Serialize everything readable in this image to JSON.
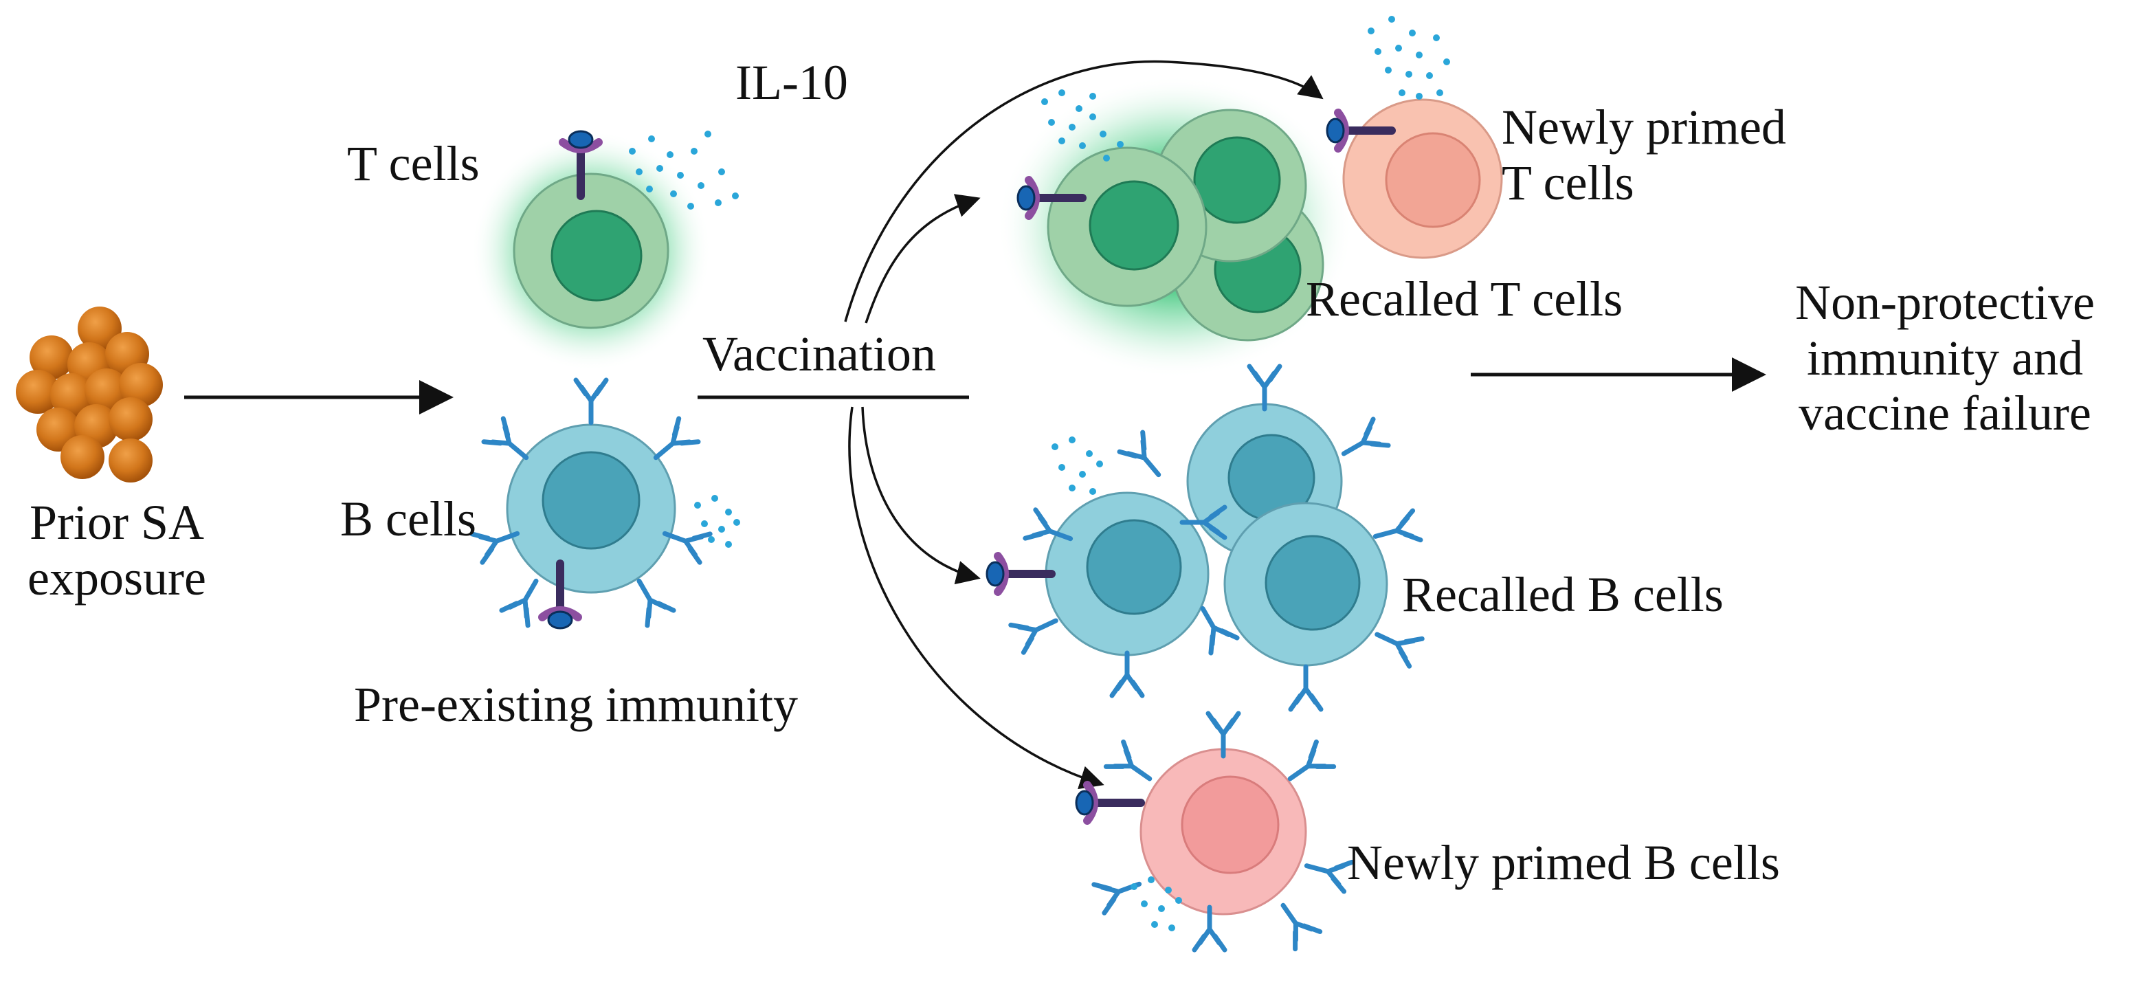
{
  "labels": {
    "prior_exposure": [
      "Prior SA",
      "exposure"
    ],
    "t_cells": "T cells",
    "b_cells": "B cells",
    "il10": "IL-10",
    "pre_existing": "Pre-existing immunity",
    "vaccination": "Vaccination",
    "newly_primed_t": [
      "Newly primed",
      "T cells"
    ],
    "recalled_t": "Recalled T cells",
    "recalled_b": "Recalled B cells",
    "newly_primed_b": "Newly primed B cells",
    "outcome": [
      "Non-protective",
      "immunity and",
      "vaccine failure"
    ]
  },
  "colors": {
    "bacteria": "#c8650f",
    "t_cell_outer": "#9fd1a8",
    "t_cell_inner": "#2fa372",
    "t_cell_glow": "#36c47a",
    "b_cell_outer": "#8fcfdc",
    "b_cell_inner": "#4aa3b8",
    "newly_primed_outer": "#f9c2b0",
    "newly_primed_inner": "#f2a595",
    "newly_primed_b_outer": "#f8b9b9",
    "newly_primed_b_inner": "#f29b9b",
    "antibody": "#2d86c6",
    "receptor": "#3a2c5e",
    "mhc": "#8c4fa0",
    "antigen": "#1866b4",
    "cytokine_dots": "#2aa6d9",
    "arrow": "#111111"
  }
}
